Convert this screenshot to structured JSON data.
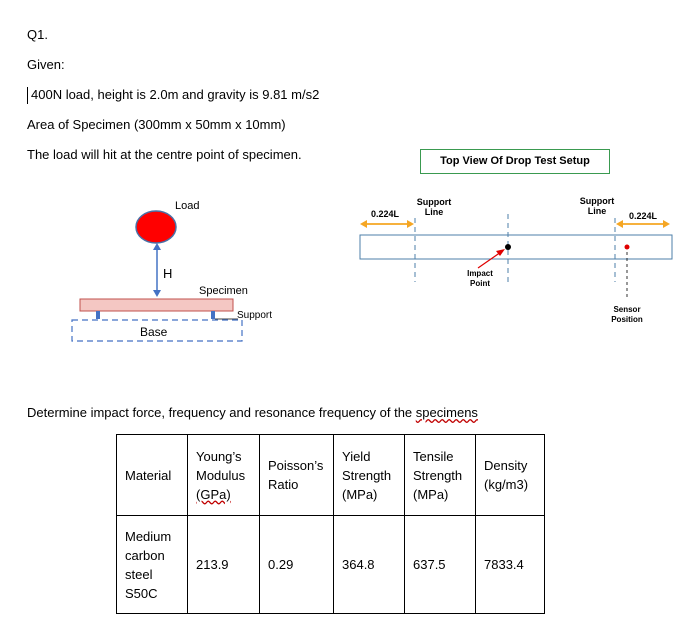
{
  "question": "Q1.",
  "given_label": "Given:",
  "given_line": "400N load, height is 2.0m and gravity is 9.81 m/s2",
  "area_line": "Area of Specimen (300mm x 50mm x 10mm)",
  "load_line": "The load will hit at the centre point of specimen.",
  "side_view": {
    "load_label": "Load",
    "height_label": "H",
    "specimen_label": "Specimen",
    "support_label": "Support",
    "base_label": "Base",
    "colors": {
      "load": "#ff0000",
      "specimen": "#f4c7c3",
      "support": "#4472c4",
      "arrow": "#4472c4"
    }
  },
  "top_view": {
    "title": "Top View Of Drop Test Setup",
    "support_line_label": "Support Line",
    "offset_left": "0.224L",
    "offset_right": "0.224L",
    "impact_label": "Impact Point",
    "sensor_label": "Sensor Position",
    "colors": {
      "offset_arrow": "#f5a623",
      "impact_arrow": "#e00000",
      "specimen_outline": "#4e7fa8"
    }
  },
  "task_prefix": "Determine impact force, frequency and resonance frequency of the ",
  "task_word": "specimens",
  "table": {
    "headers": {
      "material": "Material",
      "youngs_l1": "Young’s",
      "youngs_l2": "Modulus",
      "youngs_l3": "(GPa)",
      "poisson_l1": "Poisson’s",
      "poisson_l2": "Ratio",
      "yield_l1": "Yield",
      "yield_l2": "Strength",
      "yield_l3": "(MPa)",
      "tensile_l1": "Tensile",
      "tensile_l2": "Strength",
      "tensile_l3": "(MPa)",
      "density_l1": "Density",
      "density_l2": "(kg/m3)"
    },
    "row": {
      "material_l1": "Medium",
      "material_l2": "carbon",
      "material_l3": "steel",
      "material_l4": "S50C",
      "youngs": "213.9",
      "poisson": "0.29",
      "yield": "364.8",
      "tensile": "637.5",
      "density": "7833.4"
    }
  }
}
